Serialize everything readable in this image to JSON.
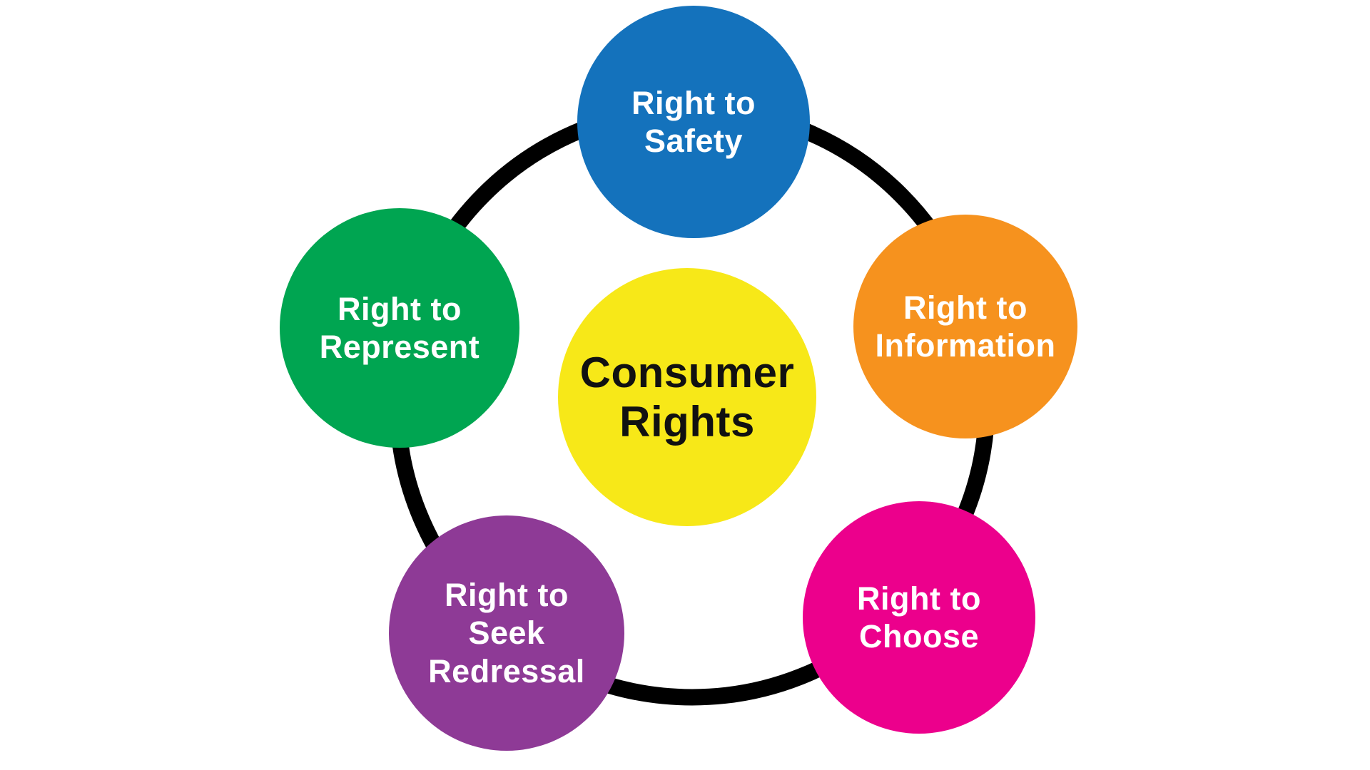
{
  "diagram": {
    "title": "Consumer Rights",
    "background_color": "#ffffff",
    "ring": {
      "color": "#000000",
      "stroke_width": 23
    },
    "center": {
      "label": "Consumer\nRights",
      "color": "#F7E818",
      "text_color": "#111111"
    },
    "nodes": [
      {
        "id": "right-to-safety",
        "label": "Right to\nSafety",
        "color": "#1472BC",
        "text_color": "#ffffff",
        "position": "top"
      },
      {
        "id": "right-to-information",
        "label": "Right to\nInformation",
        "color": "#F6921E",
        "text_color": "#ffffff",
        "position": "right"
      },
      {
        "id": "right-to-choose",
        "label": "Right to\nChoose",
        "color": "#EC008C",
        "text_color": "#ffffff",
        "position": "bottom-right"
      },
      {
        "id": "right-to-seek-redressal",
        "label": "Right to\nSeek\nRedressal",
        "color": "#8E3A96",
        "text_color": "#ffffff",
        "position": "bottom-left"
      },
      {
        "id": "right-to-represent",
        "label": "Right to\nRepresent",
        "color": "#00A551",
        "text_color": "#ffffff",
        "position": "left"
      }
    ]
  }
}
